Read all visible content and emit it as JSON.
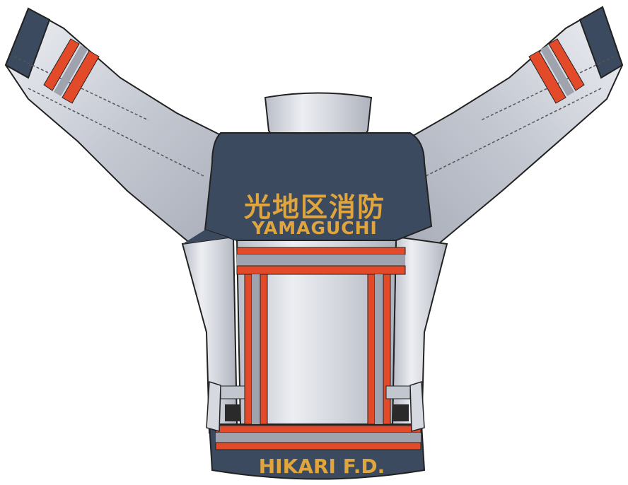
{
  "garment": {
    "name_kanji": "光地区消防",
    "name_roman": "YAMAGUCHI",
    "department": "HIKARI F.D."
  },
  "colors": {
    "navy": "#3b4a5f",
    "navy_dark": "#2f3b4d",
    "silver": "#c9ccd4",
    "silver_light": "#e6e8ee",
    "silver_dark": "#a9adb8",
    "stripe_red": "#e34a2a",
    "stripe_gray": "#9ea3ad",
    "lettering": "#e0a53c",
    "outline": "#222222"
  }
}
